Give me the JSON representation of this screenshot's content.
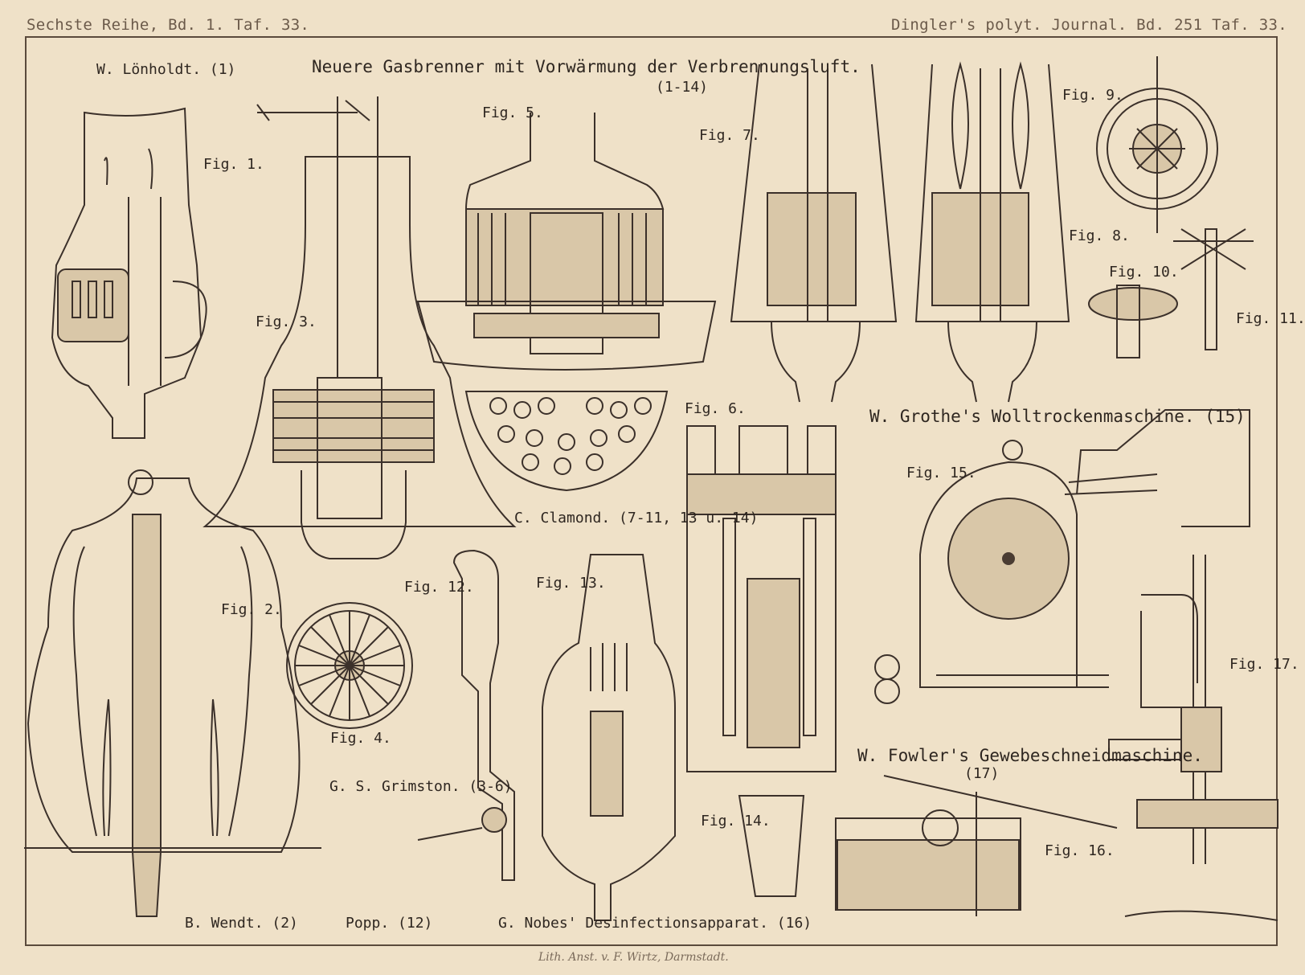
{
  "header": {
    "left": "Sechste Reihe, Bd. 1. Taf. 33.",
    "right": "Dingler's polyt. Journal. Bd. 251 Taf. 33."
  },
  "footer": {
    "lithographer": "Lith. Anst. v. F. Wirtz, Darmstadt."
  },
  "titles": {
    "main": "Neuere Gasbrenner mit Vorwärmung der Verbrennungsluft.",
    "main_range": "(1-14)",
    "lonholdt": "W. Lönholdt. (1)",
    "grimston": "G. S. Grimston. (3-6)",
    "clamond": "C. Clamond. (7-11, 13 u. 14)",
    "wendt": "B. Wendt. (2)",
    "popp": "Popp. (12)",
    "nobes": "G. Nobes' Desinfectionsapparat. (16)",
    "grothe": "W. Grothe's Wolltrockenmaschine. (15)",
    "fowler": "W. Fowler's Gewebeschneidmaschine.",
    "fowler_range": "(17)"
  },
  "figures": {
    "fig1": "Fig. 1.",
    "fig2": "Fig. 2.",
    "fig3": "Fig. 3.",
    "fig4": "Fig. 4.",
    "fig5": "Fig. 5.",
    "fig6": "Fig. 6.",
    "fig7": "Fig. 7.",
    "fig8": "Fig. 8.",
    "fig9": "Fig. 9.",
    "fig10": "Fig. 10.",
    "fig11": "Fig. 11.",
    "fig12": "Fig. 12.",
    "fig13": "Fig. 13.",
    "fig14": "Fig. 14.",
    "fig15": "Fig. 15.",
    "fig16": "Fig. 16.",
    "fig17": "Fig. 17."
  },
  "colors": {
    "paper": "#efe1c8",
    "ink": "#3b302a",
    "wash": "#d9c7a8"
  }
}
